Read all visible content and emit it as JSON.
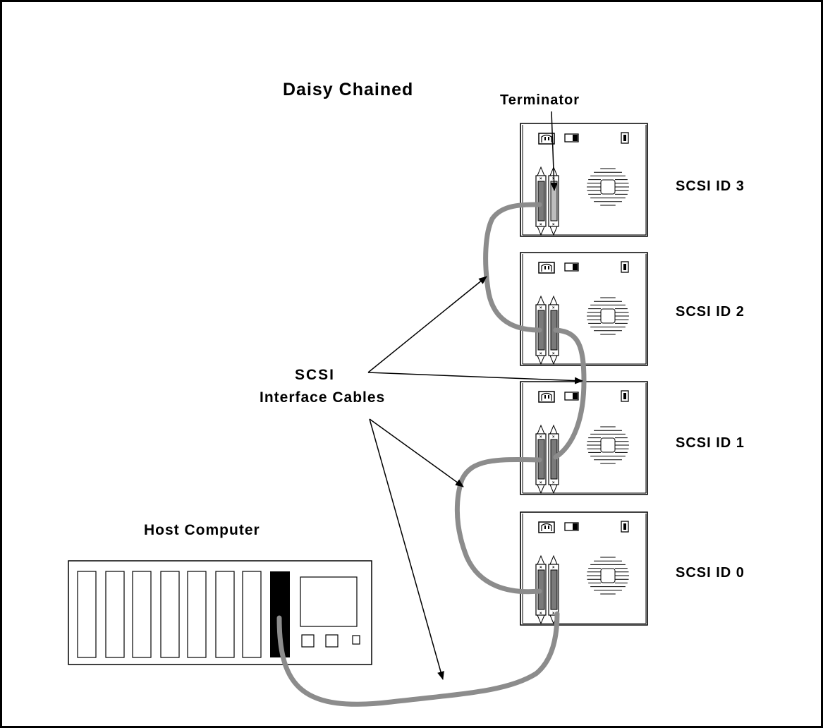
{
  "title": "Daisy Chained",
  "terminator_label": "Terminator",
  "cables_label": {
    "line1": "SCSI",
    "line2": "Interface Cables"
  },
  "host_label": "Host Computer",
  "devices": [
    {
      "id_label": "SCSI ID 3",
      "terminated": true
    },
    {
      "id_label": "SCSI ID 2",
      "terminated": false
    },
    {
      "id_label": "SCSI ID 1",
      "terminated": false
    },
    {
      "id_label": "SCSI ID 0",
      "terminated": false
    }
  ],
  "colors": {
    "cable": "#8c8c8c",
    "connector": "#7a7a7a",
    "terminator": "#bdbdbd",
    "host_card": "#000000",
    "line": "#000000"
  }
}
